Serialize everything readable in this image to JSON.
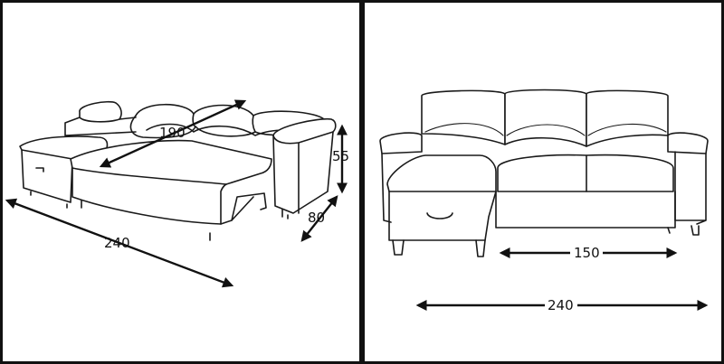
{
  "colors": {
    "frame": "#111111",
    "ink": "#1a1a1a",
    "background": "#ffffff"
  },
  "left_view": {
    "dim_width": "240",
    "dim_depth": "190",
    "dim_height": "55",
    "dim_arm": "80"
  },
  "right_view": {
    "dim_seat": "150",
    "dim_total": "240"
  }
}
